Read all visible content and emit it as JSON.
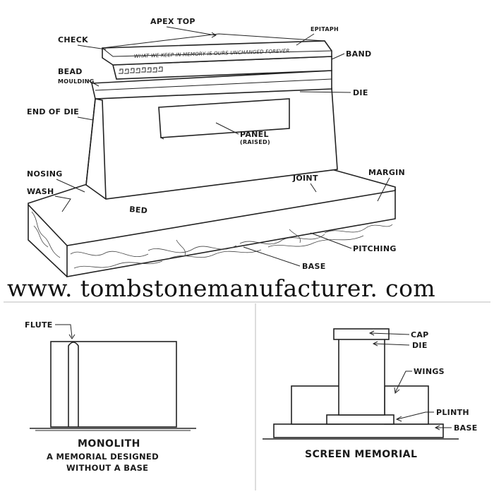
{
  "top_diagram": {
    "labels": {
      "apex_top": "APEX TOP",
      "epitaph": "EPITAPH",
      "check": "CHECK",
      "band": "BAND",
      "bead": "BEAD",
      "moulding": "MOULDING",
      "die": "DIE",
      "end_of_die": "END OF DIE",
      "panel": "PANEL",
      "raised": "(RAISED)",
      "nosing": "NOSING",
      "wash": "WASH",
      "joint": "JOINT",
      "margin": "MARGIN",
      "bed": "BED",
      "pitching": "PITCHING",
      "base": "BASE"
    },
    "epitaph_text": "WHAT WE KEEP IN MEMORY IS OURS UNCHANGED FOREVER"
  },
  "watermark": "www. tombstonemanufacturer. com",
  "monolith": {
    "label_flute": "FLUTE",
    "title": "MONOLITH",
    "caption_line1": "A MEMORIAL DESIGNED",
    "caption_line2": "WITHOUT A BASE"
  },
  "screen_memorial": {
    "label_cap": "CAP",
    "label_die": "DIE",
    "label_wings": "WINGS",
    "label_plinth": "PLINTH",
    "label_base": "BASE",
    "title": "SCREEN MEMORIAL"
  },
  "colors": {
    "ink": "#1a1a1a",
    "paper": "#ffffff"
  }
}
